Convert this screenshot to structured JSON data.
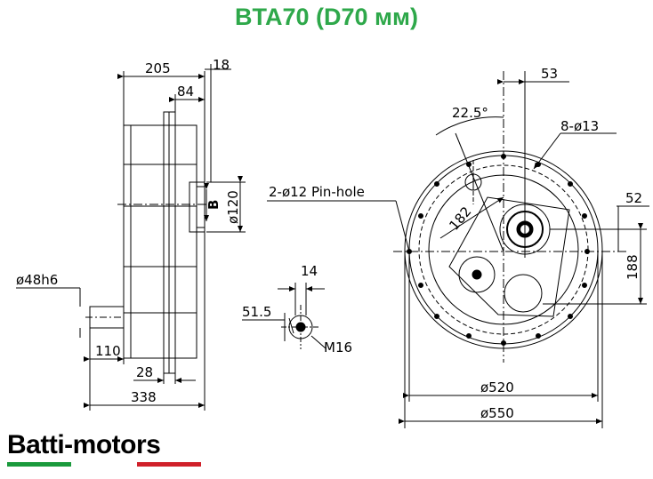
{
  "title": "BTA70 (D70 мм)",
  "brand": {
    "name": "Batti-motors",
    "colors": {
      "green": "#1a9a3c",
      "red": "#d0202a",
      "title_green": "#2ea84a"
    }
  },
  "side_view": {
    "dims": {
      "overall_width": "205",
      "flange_offset": "18",
      "hub_width": "84",
      "shaft_label": "B",
      "hub_dia": "ø120",
      "shaft_dia": "ø48h6",
      "shaft_length": "110",
      "flange_thickness": "28",
      "total_length": "338"
    }
  },
  "detail_view": {
    "dims": {
      "width": "14",
      "offset": "51.5",
      "thread": "M16"
    }
  },
  "front_view": {
    "dims": {
      "top_offset": "53",
      "angle": "22.5°",
      "holes": "8-ø13",
      "pin_hole": "2-ø12 Pin-hole",
      "radius": "182",
      "right_offset": "52",
      "height": "188",
      "inner_dia": "ø520",
      "outer_dia": "ø550"
    }
  }
}
